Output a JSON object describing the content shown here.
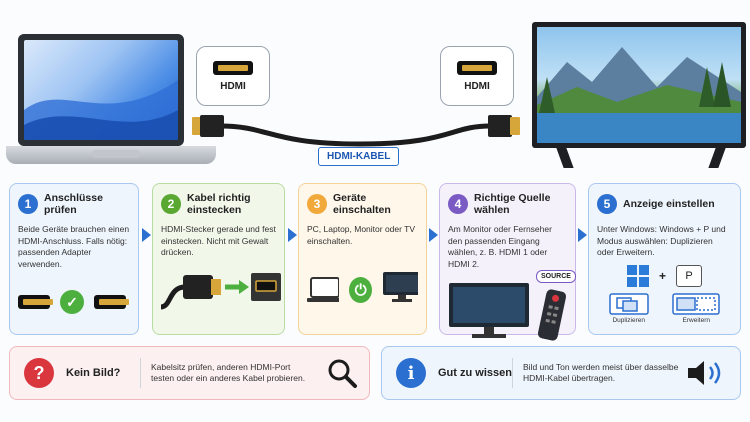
{
  "top": {
    "port_label_left": "HDMI",
    "port_label_right": "HDMI",
    "cable_label": "HDMI-KABEL"
  },
  "steps": [
    {
      "num": "1",
      "title": "Anschlüsse prüfen",
      "body": "Beide Geräte brauchen einen HDMI-Anschluss. Falls nötig: passenden Adapter verwenden.",
      "color": "#2b6fd1",
      "bg": "#eef5fd"
    },
    {
      "num": "2",
      "title": "Kabel richtig einstecken",
      "body": "HDMI-Stecker gerade und fest einstecken. Nicht mit Gewalt drücken.",
      "color": "#5aa832",
      "bg": "#f1f8ea"
    },
    {
      "num": "3",
      "title": "Geräte einschalten",
      "body": "PC, Laptop, Monitor oder TV einschalten.",
      "color": "#f2a93b",
      "bg": "#fef7ea"
    },
    {
      "num": "4",
      "title": "Richtige Quelle wählen",
      "body": "Am Monitor oder Fernseher den passenden Eingang wählen, z. B. HDMI 1 oder HDMI 2.",
      "color": "#7a5bc4",
      "bg": "#f5f1fb",
      "remote_label": "SOURCE"
    },
    {
      "num": "5",
      "title": "Anzeige einstellen",
      "body": "Unter Windows: Windows + P und Modus auswählen: Duplizieren oder Erweitern.",
      "color": "#2b6fd1",
      "bg": "#eef5fd",
      "plus": "+",
      "key": "P",
      "mode1": "Duplizieren",
      "mode2": "Erweitern"
    }
  ],
  "bottom": {
    "left": {
      "icon": "?",
      "title": "Kein Bild?",
      "text": "Kabelsitz prüfen, anderen HDMI-Port testen oder ein anderes Kabel probieren.",
      "color": "#d9363e"
    },
    "right": {
      "icon": "i",
      "title": "Gut zu wissen",
      "text": "Bild und Ton werden meist über dasselbe HDMI-Kabel übertragen.",
      "color": "#2b6fd1"
    }
  }
}
